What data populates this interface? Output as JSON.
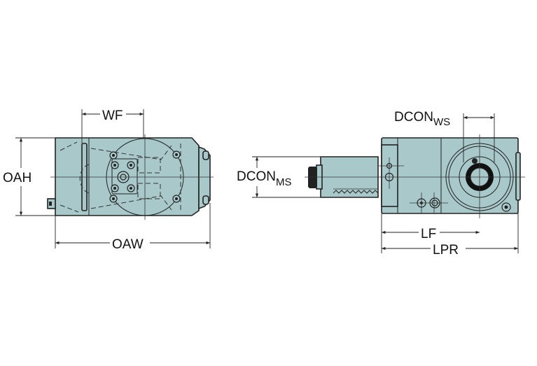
{
  "diagram": {
    "colors": {
      "body_fill": "#a8c8ca",
      "line": "#222222",
      "background": "#ffffff"
    },
    "left_view": {
      "dimensions": {
        "wf": "WF",
        "oah": "OAH",
        "oaw": "OAW"
      }
    },
    "right_view": {
      "dimensions": {
        "dcon_ws_main": "DCON",
        "dcon_ws_sub": "WS",
        "dcon_ms_main": "DCON",
        "dcon_ms_sub": "MS",
        "lf": "LF",
        "lpr": "LPR"
      }
    }
  }
}
